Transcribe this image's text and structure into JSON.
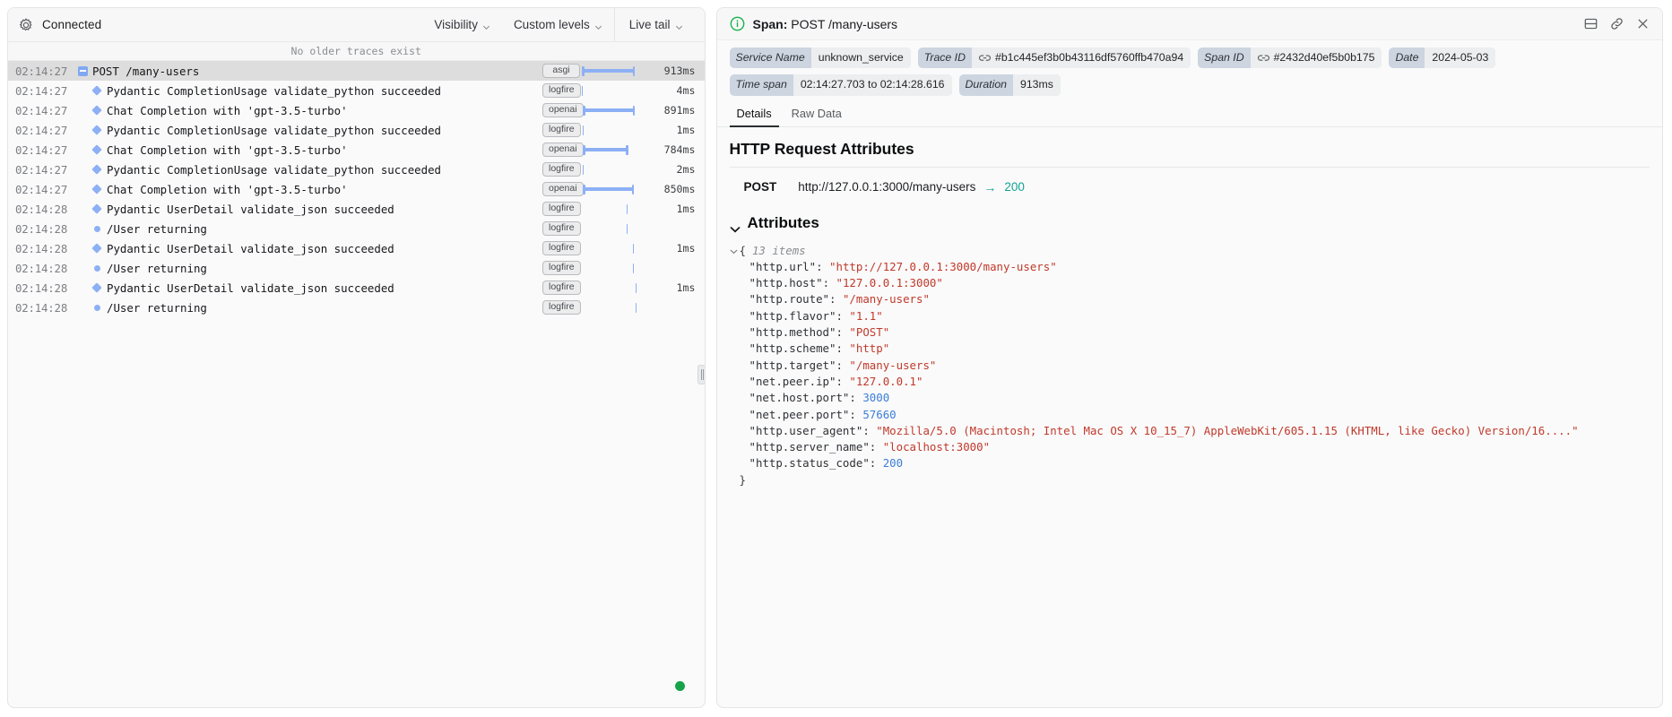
{
  "left": {
    "toolbar": {
      "gear_icon": "gear-icon",
      "connection_status": "Connected",
      "visibility_label": "Visibility",
      "custom_levels_label": "Custom levels",
      "live_tail_label": "Live tail",
      "caret_icon": "chevron-down-icon"
    },
    "no_older_traces": "No older traces exist",
    "columns": [
      "timestamp",
      "name",
      "source",
      "timeline",
      "duration"
    ],
    "rows": [
      {
        "ts": "02:14:27",
        "marker": "toggle-collapse",
        "title": "POST /many-users",
        "badge": "asgi",
        "bar_left": 0,
        "bar_width": 98.2,
        "duration": "913ms",
        "selected": true,
        "depth": 0
      },
      {
        "ts": "02:14:27",
        "marker": "span-diamond",
        "title": "Pydantic CompletionUsage validate_python succeeded",
        "badge": "logfire",
        "bar_left": 0.3,
        "bar_width": 0.55,
        "duration": "4ms",
        "selected": false,
        "depth": 1
      },
      {
        "ts": "02:14:27",
        "marker": "span-diamond",
        "title": "Chat Completion with 'gpt-3.5-turbo'",
        "badge": "openai",
        "bar_left": 1.8,
        "bar_width": 96.3,
        "duration": "891ms",
        "selected": false,
        "depth": 1
      },
      {
        "ts": "02:14:27",
        "marker": "span-diamond",
        "title": "Pydantic CompletionUsage validate_python succeeded",
        "badge": "logfire",
        "bar_left": 1.5,
        "bar_width": 0.5,
        "duration": "1ms",
        "selected": false,
        "depth": 1
      },
      {
        "ts": "02:14:27",
        "marker": "span-diamond",
        "title": "Chat Completion with 'gpt-3.5-turbo'",
        "badge": "openai",
        "bar_left": 2.2,
        "bar_width": 83.4,
        "duration": "784ms",
        "selected": false,
        "depth": 1
      },
      {
        "ts": "02:14:27",
        "marker": "span-diamond",
        "title": "Pydantic CompletionUsage validate_python succeeded",
        "badge": "logfire",
        "bar_left": 1.5,
        "bar_width": 0.5,
        "duration": "2ms",
        "selected": false,
        "depth": 1
      },
      {
        "ts": "02:14:27",
        "marker": "span-diamond",
        "title": "Chat Completion with 'gpt-3.5-turbo'",
        "badge": "openai",
        "bar_left": 2.0,
        "bar_width": 94.5,
        "duration": "850ms",
        "selected": false,
        "depth": 1
      },
      {
        "ts": "02:14:28",
        "marker": "span-diamond",
        "title": "Pydantic UserDetail validate_json succeeded",
        "badge": "logfire",
        "bar_left": 83.0,
        "bar_width": 0.65,
        "duration": "1ms",
        "selected": false,
        "depth": 1
      },
      {
        "ts": "02:14:28",
        "marker": "log-dot",
        "title": "/User returning",
        "badge": "logfire",
        "bar_left": 83.2,
        "bar_width": 0.65,
        "duration": "",
        "selected": false,
        "depth": 1
      },
      {
        "ts": "02:14:28",
        "marker": "span-diamond",
        "title": "Pydantic UserDetail validate_json succeeded",
        "badge": "logfire",
        "bar_left": 94.6,
        "bar_width": 0.65,
        "duration": "1ms",
        "selected": false,
        "depth": 1
      },
      {
        "ts": "02:14:28",
        "marker": "log-dot",
        "title": "/User returning",
        "badge": "logfire",
        "bar_left": 94.8,
        "bar_width": 0.65,
        "duration": "",
        "selected": false,
        "depth": 1
      },
      {
        "ts": "02:14:28",
        "marker": "span-diamond",
        "title": "Pydantic UserDetail validate_json succeeded",
        "badge": "logfire",
        "bar_left": 98.4,
        "bar_width": 0.65,
        "duration": "1ms",
        "selected": false,
        "depth": 1
      },
      {
        "ts": "02:14:28",
        "marker": "log-dot",
        "title": "/User returning",
        "badge": "logfire",
        "bar_left": 98.6,
        "bar_width": 0.65,
        "duration": "",
        "selected": false,
        "depth": 1
      }
    ],
    "live_status_color": "#16a34a"
  },
  "right": {
    "header": {
      "info_icon": "info-circle-icon",
      "label": "Span:",
      "title": "POST /many-users",
      "actions": [
        "split-pane-icon",
        "link-icon",
        "close-icon"
      ]
    },
    "chips": [
      {
        "key": "Service Name",
        "value": "unknown_service",
        "link": false
      },
      {
        "key": "Trace ID",
        "value": "#b1c445ef3b0b43116df5760ffb470a94",
        "link": true
      },
      {
        "key": "Span ID",
        "value": "#2432d40ef5b0b175",
        "link": true
      },
      {
        "key": "Date",
        "value": "2024-05-03",
        "link": false
      },
      {
        "key": "Time span",
        "value": "02:14:27.703 to 02:14:28.616",
        "link": false
      },
      {
        "key": "Duration",
        "value": "913ms",
        "link": false
      }
    ],
    "tabs": [
      {
        "label": "Details",
        "active": true
      },
      {
        "label": "Raw Data",
        "active": false
      }
    ],
    "section_title": "HTTP Request Attributes",
    "http_request": {
      "method": "POST",
      "url": "http://127.0.0.1:3000/many-users",
      "arrow": "→",
      "status_code": "200",
      "status_color": "#12a195"
    },
    "attributes": {
      "heading": "Attributes",
      "expanded": true,
      "open_brace": "{",
      "close_brace": "}",
      "item_count_label": "13 items",
      "entries": [
        {
          "key": "\"http.url\"",
          "value": "\"http://127.0.0.1:3000/many-users\"",
          "type": "string"
        },
        {
          "key": "\"http.host\"",
          "value": "\"127.0.0.1:3000\"",
          "type": "string"
        },
        {
          "key": "\"http.route\"",
          "value": "\"/many-users\"",
          "type": "string"
        },
        {
          "key": "\"http.flavor\"",
          "value": "\"1.1\"",
          "type": "string"
        },
        {
          "key": "\"http.method\"",
          "value": "\"POST\"",
          "type": "string"
        },
        {
          "key": "\"http.scheme\"",
          "value": "\"http\"",
          "type": "string"
        },
        {
          "key": "\"http.target\"",
          "value": "\"/many-users\"",
          "type": "string"
        },
        {
          "key": "\"net.peer.ip\"",
          "value": "\"127.0.0.1\"",
          "type": "string"
        },
        {
          "key": "\"net.host.port\"",
          "value": "3000",
          "type": "number"
        },
        {
          "key": "\"net.peer.port\"",
          "value": "57660",
          "type": "number"
        },
        {
          "key": "\"http.user_agent\"",
          "value": "\"Mozilla/5.0 (Macintosh; Intel Mac OS X 10_15_7) AppleWebKit/605.1.15 (KHTML, like Gecko) Version/16....\"",
          "type": "string"
        },
        {
          "key": "\"http.server_name\"",
          "value": "\"localhost:3000\"",
          "type": "string"
        },
        {
          "key": "\"http.status_code\"",
          "value": "200",
          "type": "number"
        }
      ]
    }
  }
}
